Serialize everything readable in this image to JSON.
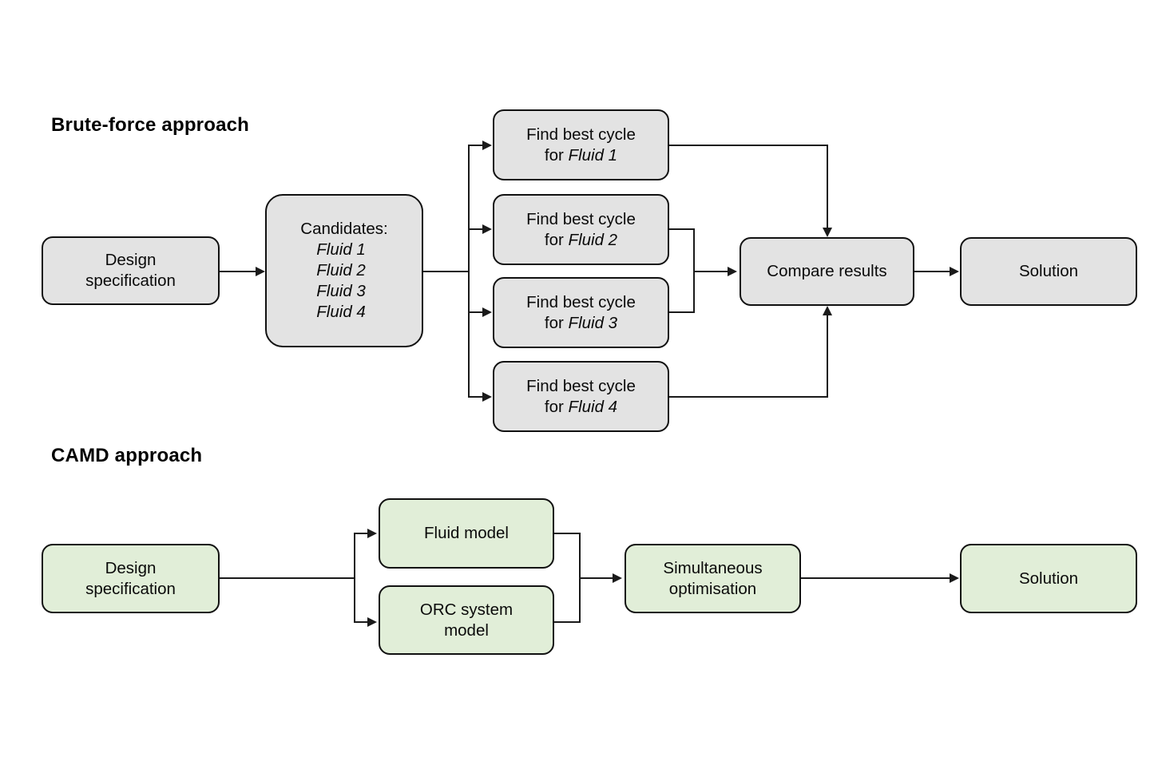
{
  "figure": {
    "background_color": "#ffffff",
    "line_color": "#1a1a1a",
    "gray_fill": "#e3e3e3",
    "green_fill": "#e1eed8",
    "border_color": "#111111"
  },
  "sections": [
    {
      "id": "brute-force",
      "title": "Brute-force approach",
      "fill": "#e3e3e3"
    },
    {
      "id": "camd",
      "title": "CAMD approach",
      "fill": "#e1eed8"
    }
  ],
  "brute_force": {
    "title": "Brute-force approach",
    "design_spec": {
      "line1": "Design",
      "line2": "specification"
    },
    "candidates": {
      "heading": "Candidates:",
      "items": [
        "Fluid 1",
        "Fluid 2",
        "Fluid 3",
        "Fluid 4"
      ]
    },
    "find_best_cycle": [
      {
        "line1": "Find best cycle",
        "prefix": "for ",
        "fluid": "Fluid 1"
      },
      {
        "line1": "Find best cycle",
        "prefix": "for ",
        "fluid": "Fluid 2"
      },
      {
        "line1": "Find best cycle",
        "prefix": "for ",
        "fluid": "Fluid 3"
      },
      {
        "line1": "Find best cycle",
        "prefix": "for ",
        "fluid": "Fluid 4"
      }
    ],
    "compare": "Compare results",
    "solution": "Solution"
  },
  "camd": {
    "title": "CAMD approach",
    "design_spec": {
      "line1": "Design",
      "line2": "specification"
    },
    "fluid_model": "Fluid model",
    "orc_model": {
      "line1": "ORC system",
      "line2": "model"
    },
    "simultaneous": {
      "line1": "Simultaneous",
      "line2": "optimisation"
    },
    "solution": "Solution"
  }
}
